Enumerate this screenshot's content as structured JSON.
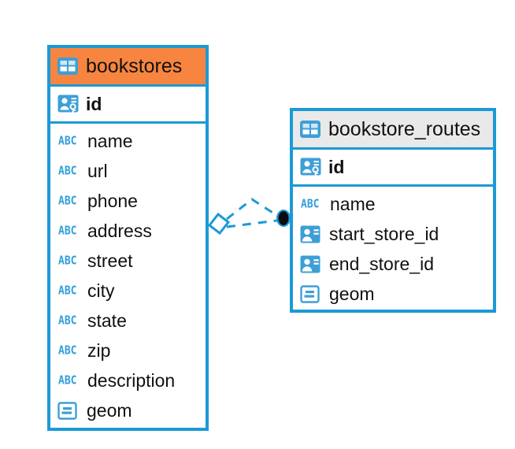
{
  "diagram": {
    "type": "entity-relationship-diagram",
    "background": "#ffffff",
    "accent_color": "#1b9ad6",
    "entities": [
      {
        "name": "bookstores",
        "header_color": "#f8853f",
        "icon": "table-icon",
        "primary_keys": [
          {
            "name": "id",
            "icon": "primary-key-icon"
          }
        ],
        "fields": [
          {
            "name": "name",
            "icon": "abc-text-icon",
            "icon_label": "ABC"
          },
          {
            "name": "url",
            "icon": "abc-text-icon",
            "icon_label": "ABC"
          },
          {
            "name": "phone",
            "icon": "abc-text-icon",
            "icon_label": "ABC"
          },
          {
            "name": "address",
            "icon": "abc-text-icon",
            "icon_label": "ABC"
          },
          {
            "name": "street",
            "icon": "abc-text-icon",
            "icon_label": "ABC"
          },
          {
            "name": "city",
            "icon": "abc-text-icon",
            "icon_label": "ABC"
          },
          {
            "name": "state",
            "icon": "abc-text-icon",
            "icon_label": "ABC"
          },
          {
            "name": "zip",
            "icon": "abc-text-icon",
            "icon_label": "ABC"
          },
          {
            "name": "description",
            "icon": "abc-text-icon",
            "icon_label": "ABC"
          },
          {
            "name": "geom",
            "icon": "geometry-icon",
            "icon_label": ""
          }
        ]
      },
      {
        "name": "bookstore_routes",
        "header_color": "#e9e9e9",
        "icon": "table-icon",
        "primary_keys": [
          {
            "name": "id",
            "icon": "primary-key-icon"
          }
        ],
        "fields": [
          {
            "name": "name",
            "icon": "abc-text-icon",
            "icon_label": "ABC"
          },
          {
            "name": "start_store_id",
            "icon": "foreign-key-icon",
            "icon_label": ""
          },
          {
            "name": "end_store_id",
            "icon": "foreign-key-icon",
            "icon_label": ""
          },
          {
            "name": "geom",
            "icon": "geometry-icon",
            "icon_label": ""
          }
        ]
      }
    ],
    "relationship": {
      "style": "dashed",
      "color": "#1b9ad6",
      "source_endpoint": "diamond",
      "target_endpoint": "filled-circle"
    }
  }
}
